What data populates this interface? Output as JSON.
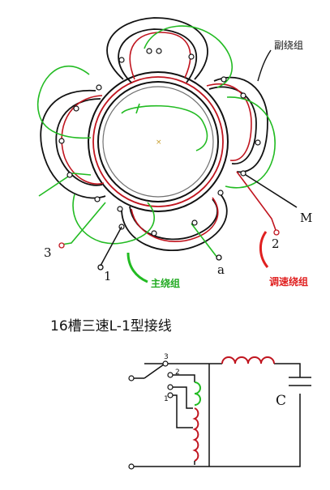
{
  "labels": {
    "aux_winding": "副绕组",
    "main_winding": "主绕组",
    "speed_winding": "调速绕组",
    "terminal_m": "M",
    "terminal_2": "2",
    "terminal_3": "3",
    "terminal_1": "1",
    "terminal_a": "a"
  },
  "caption": "16槽三速L-1型接线",
  "schematic": {
    "tap_3": "3",
    "tap_2": "2",
    "tap_1": "1",
    "capacitor": "C"
  },
  "colors": {
    "black": "#111111",
    "red": "#c0141e",
    "green": "#22bb22",
    "red_label": "#e02020",
    "green_label": "#22aa22"
  }
}
